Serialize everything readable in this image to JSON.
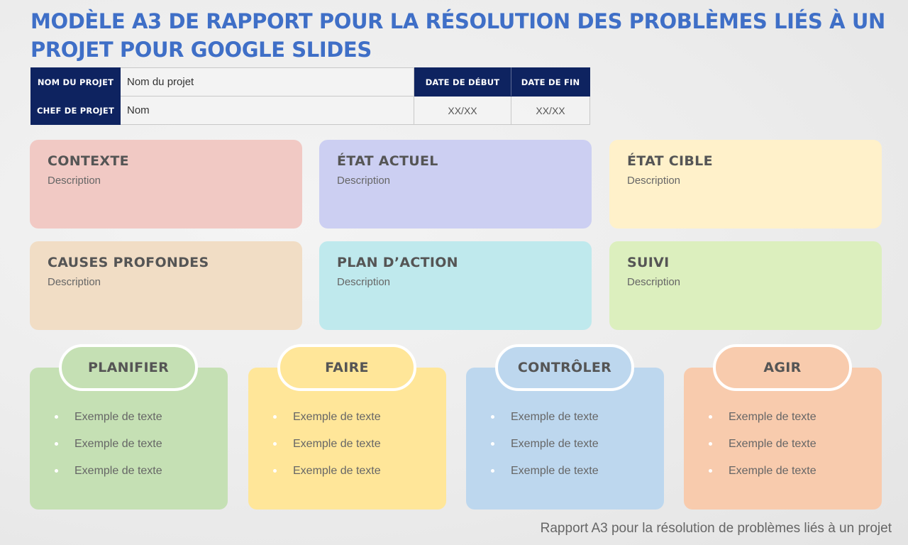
{
  "title": {
    "line1": "MODÈLE A3 DE RAPPORT POUR LA RÉSOLUTION DES PROBLÈMES LIÉS À UN",
    "line2": "PROJET POUR GOOGLE SLIDES",
    "color": "#3f6fc7"
  },
  "info_table": {
    "project_name_label": "NOM DU PROJET",
    "project_name_value": "Nom du projet",
    "manager_label": "CHEF DE PROJET",
    "manager_value": "Nom",
    "start_date_label": "DATE DE DÉBUT",
    "start_date_value": "XX/XX",
    "end_date_label": "DATE DE FIN",
    "end_date_value": "XX/XX",
    "header_color": "#0e2360"
  },
  "sections": [
    {
      "title": "CONTEXTE",
      "description": "Description",
      "color": "#f1c9c4"
    },
    {
      "title": "ÉTAT ACTUEL",
      "description": "Description",
      "color": "#cccff2"
    },
    {
      "title": "ÉTAT CIBLE",
      "description": "Description",
      "color": "#fff1ca"
    },
    {
      "title": "CAUSES PROFONDES",
      "description": "Description",
      "color": "#f1ddc5"
    },
    {
      "title": "PLAN D’ACTION",
      "description": "Description",
      "color": "#bfe9ed"
    },
    {
      "title": "SUIVI",
      "description": "Description",
      "color": "#dcefbe"
    }
  ],
  "pdca": [
    {
      "title": "PLANIFIER",
      "color": "#c5e0b4",
      "items": [
        "Exemple de texte",
        "Exemple de texte",
        "Exemple de texte"
      ]
    },
    {
      "title": "FAIRE",
      "color": "#ffe699",
      "items": [
        "Exemple de texte",
        "Exemple de texte",
        "Exemple de texte"
      ]
    },
    {
      "title": "CONTRÔLER",
      "color": "#bdd7ee",
      "items": [
        "Exemple de texte",
        "Exemple de texte",
        "Exemple de texte"
      ]
    },
    {
      "title": "AGIR",
      "color": "#f8cbad",
      "items": [
        "Exemple de texte",
        "Exemple de texte",
        "Exemple de texte"
      ]
    }
  ],
  "footer": "Rapport A3 pour la résolution de problèmes liés à un projet"
}
